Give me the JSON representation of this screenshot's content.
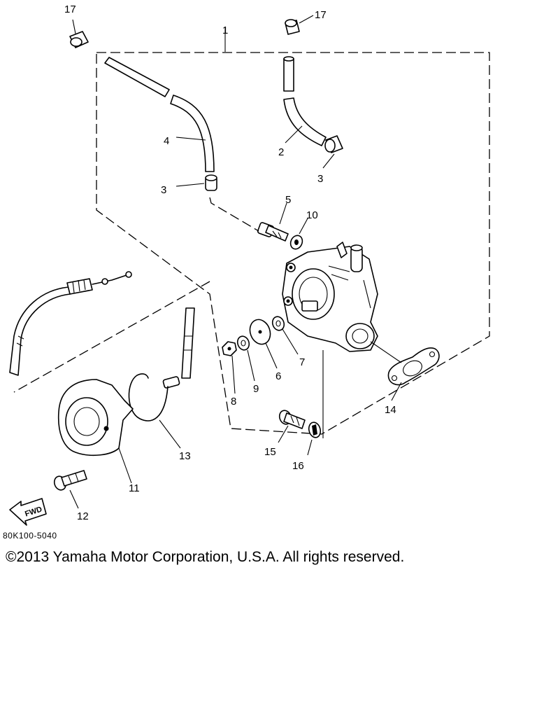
{
  "callouts": {
    "c1": "1",
    "c2": "2",
    "c3a": "3",
    "c3b": "3",
    "c4": "4",
    "c5": "5",
    "c6": "6",
    "c7": "7",
    "c8": "8",
    "c9": "9",
    "c10": "10",
    "c11": "11",
    "c12": "12",
    "c13": "13",
    "c14": "14",
    "c15": "15",
    "c16": "16",
    "c17a": "17",
    "c17b": "17"
  },
  "fwd_label": "FWD",
  "drawing_code": "80K100-5040",
  "copyright": "©2013 Yamaha Motor Corporation, U.S.A. All rights reserved."
}
